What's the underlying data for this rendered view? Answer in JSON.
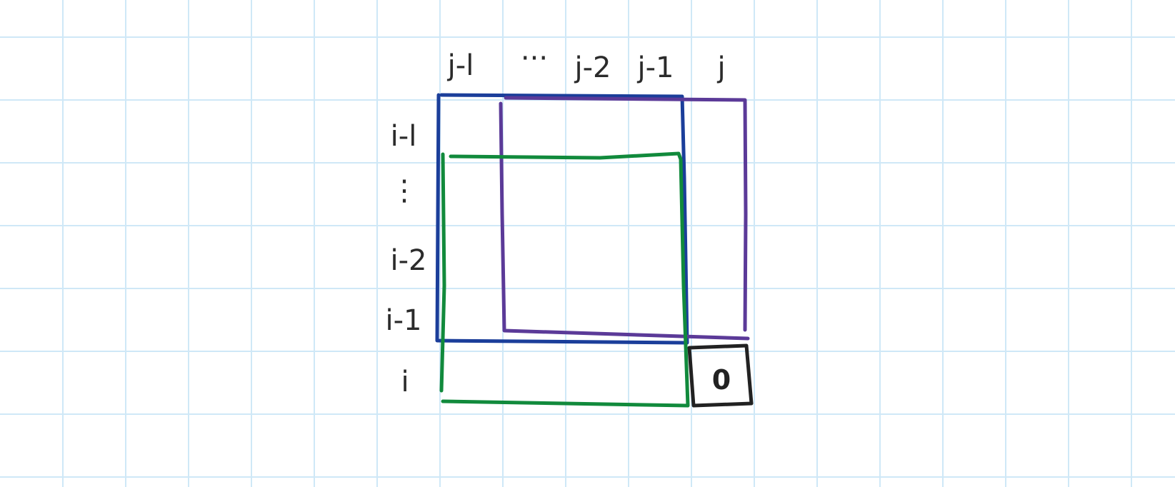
{
  "diagram": {
    "column_labels": [
      "j-l",
      "···",
      "j-2",
      "j-1",
      "j"
    ],
    "row_labels": [
      "i-l",
      "⋮",
      "i-2",
      "i-1",
      "i"
    ],
    "cell_value": "0",
    "colors": {
      "grid": "#cfe8f7",
      "blue_box": "#1b3e9a",
      "purple_box": "#5b3a98",
      "green_box": "#118a3c",
      "black_box": "#222222",
      "ink": "#2b2b2b"
    }
  }
}
